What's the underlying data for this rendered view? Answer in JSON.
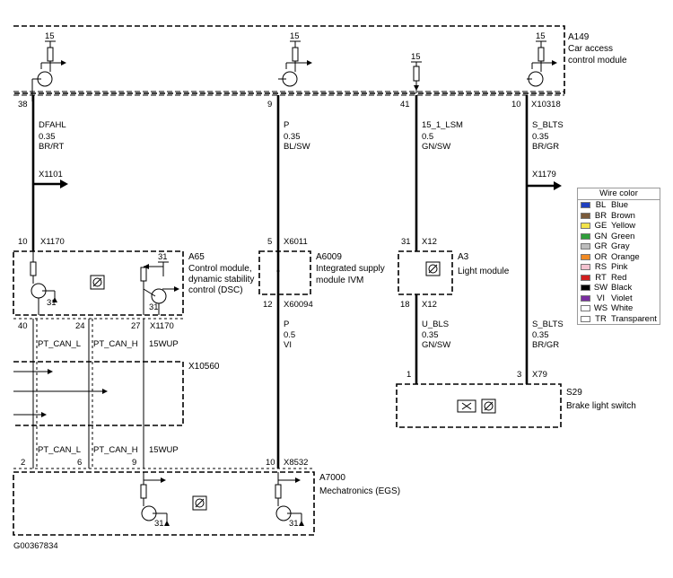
{
  "diagram_id": "G00367834",
  "modules": {
    "a149": {
      "id": "A149",
      "name_line1": "Car access",
      "name_line2": "control module"
    },
    "a65": {
      "id": "A65",
      "name_line1": "Control module,",
      "name_line2": "dynamic stability",
      "name_line3": "control (DSC)"
    },
    "a6009": {
      "id": "A6009",
      "name_line1": "Integrated supply",
      "name_line2": "module IVM"
    },
    "a3": {
      "id": "A3",
      "name_line1": "Light module"
    },
    "s29": {
      "id": "S29",
      "name_line1": "Brake light switch"
    },
    "a7000": {
      "id": "A7000",
      "name_line1": "Mechatronics (EGS)"
    },
    "x10560": {
      "id": "X10560"
    }
  },
  "pins": {
    "a149_supply": [
      "15",
      "15",
      "15",
      "15"
    ],
    "a149_out_1": "38",
    "a149_out_2": "9",
    "a149_out_3": "41",
    "a149_out_4": "10",
    "a149_connector": "X10318",
    "x1101": "X1101",
    "x1179": "X1179",
    "a65_pin_in": "10",
    "a65_connector_in": "X1170",
    "a65_ground": "31",
    "a65_gnd_1": "31",
    "a65_gnd_2": "31",
    "a65_out_1": "40",
    "a65_out_2": "24",
    "a65_out_3": "27",
    "a65_connector_out": "X1170",
    "a6009_pin_in": "5",
    "a6009_connector_in": "X6011",
    "a6009_pin_out": "12",
    "a6009_connector_out": "X60094",
    "a3_pin_in": "31",
    "a3_connector_in": "X12",
    "a3_pin_out": "18",
    "a3_connector_out": "X12",
    "s29_pin_1": "1",
    "s29_pin_3": "3",
    "s29_connector": "X79",
    "a7000_pin_1": "2",
    "a7000_pin_2": "6",
    "a7000_pin_3": "9",
    "a7000_pin_4": "10",
    "a7000_connector": "X8532",
    "a7000_gnd_1": "31",
    "a7000_gnd_2": "31"
  },
  "wires": {
    "dfahl": {
      "name": "DFAHL",
      "size": "0.35",
      "color": "BR/RT"
    },
    "p_top": {
      "name": "P",
      "size": "0.35",
      "color": "BL/SW"
    },
    "lsm": {
      "name": "15_1_LSM",
      "size": "0.5",
      "color": "GN/SW"
    },
    "s_blts_top": {
      "name": "S_BLTS",
      "size": "0.35",
      "color": "BR/GR"
    },
    "p_bottom": {
      "name": "P",
      "size": "0.5",
      "color": "VI"
    },
    "u_bls": {
      "name": "U_BLS",
      "size": "0.35",
      "color": "GN/SW"
    },
    "s_blts_bottom": {
      "name": "S_BLTS",
      "size": "0.35",
      "color": "BR/GR"
    }
  },
  "bus": {
    "top": [
      "PT_CAN_L",
      "PT_CAN_H",
      "15WUP"
    ],
    "bottom": [
      "PT_CAN_L",
      "PT_CAN_H",
      "15WUP"
    ]
  },
  "legend": {
    "title": "Wire color",
    "items": [
      {
        "code": "BL",
        "name": "Blue",
        "color": "#1f3fbf"
      },
      {
        "code": "BR",
        "name": "Brown",
        "color": "#7a5a3a"
      },
      {
        "code": "GE",
        "name": "Yellow",
        "color": "#f2e34a"
      },
      {
        "code": "GN",
        "name": "Green",
        "color": "#2f9e3a"
      },
      {
        "code": "GR",
        "name": "Gray",
        "color": "#bdbdbd"
      },
      {
        "code": "OR",
        "name": "Orange",
        "color": "#f08a24"
      },
      {
        "code": "RS",
        "name": "Pink",
        "color": "#f4c2d0"
      },
      {
        "code": "RT",
        "name": "Red",
        "color": "#d11f1f"
      },
      {
        "code": "SW",
        "name": "Black",
        "color": "#000000"
      },
      {
        "code": "VI",
        "name": "Violet",
        "color": "#7a2ea0"
      },
      {
        "code": "WS",
        "name": "White",
        "color": "#ffffff"
      },
      {
        "code": "TR",
        "name": "Transparent",
        "color": "#ffffff"
      }
    ]
  }
}
